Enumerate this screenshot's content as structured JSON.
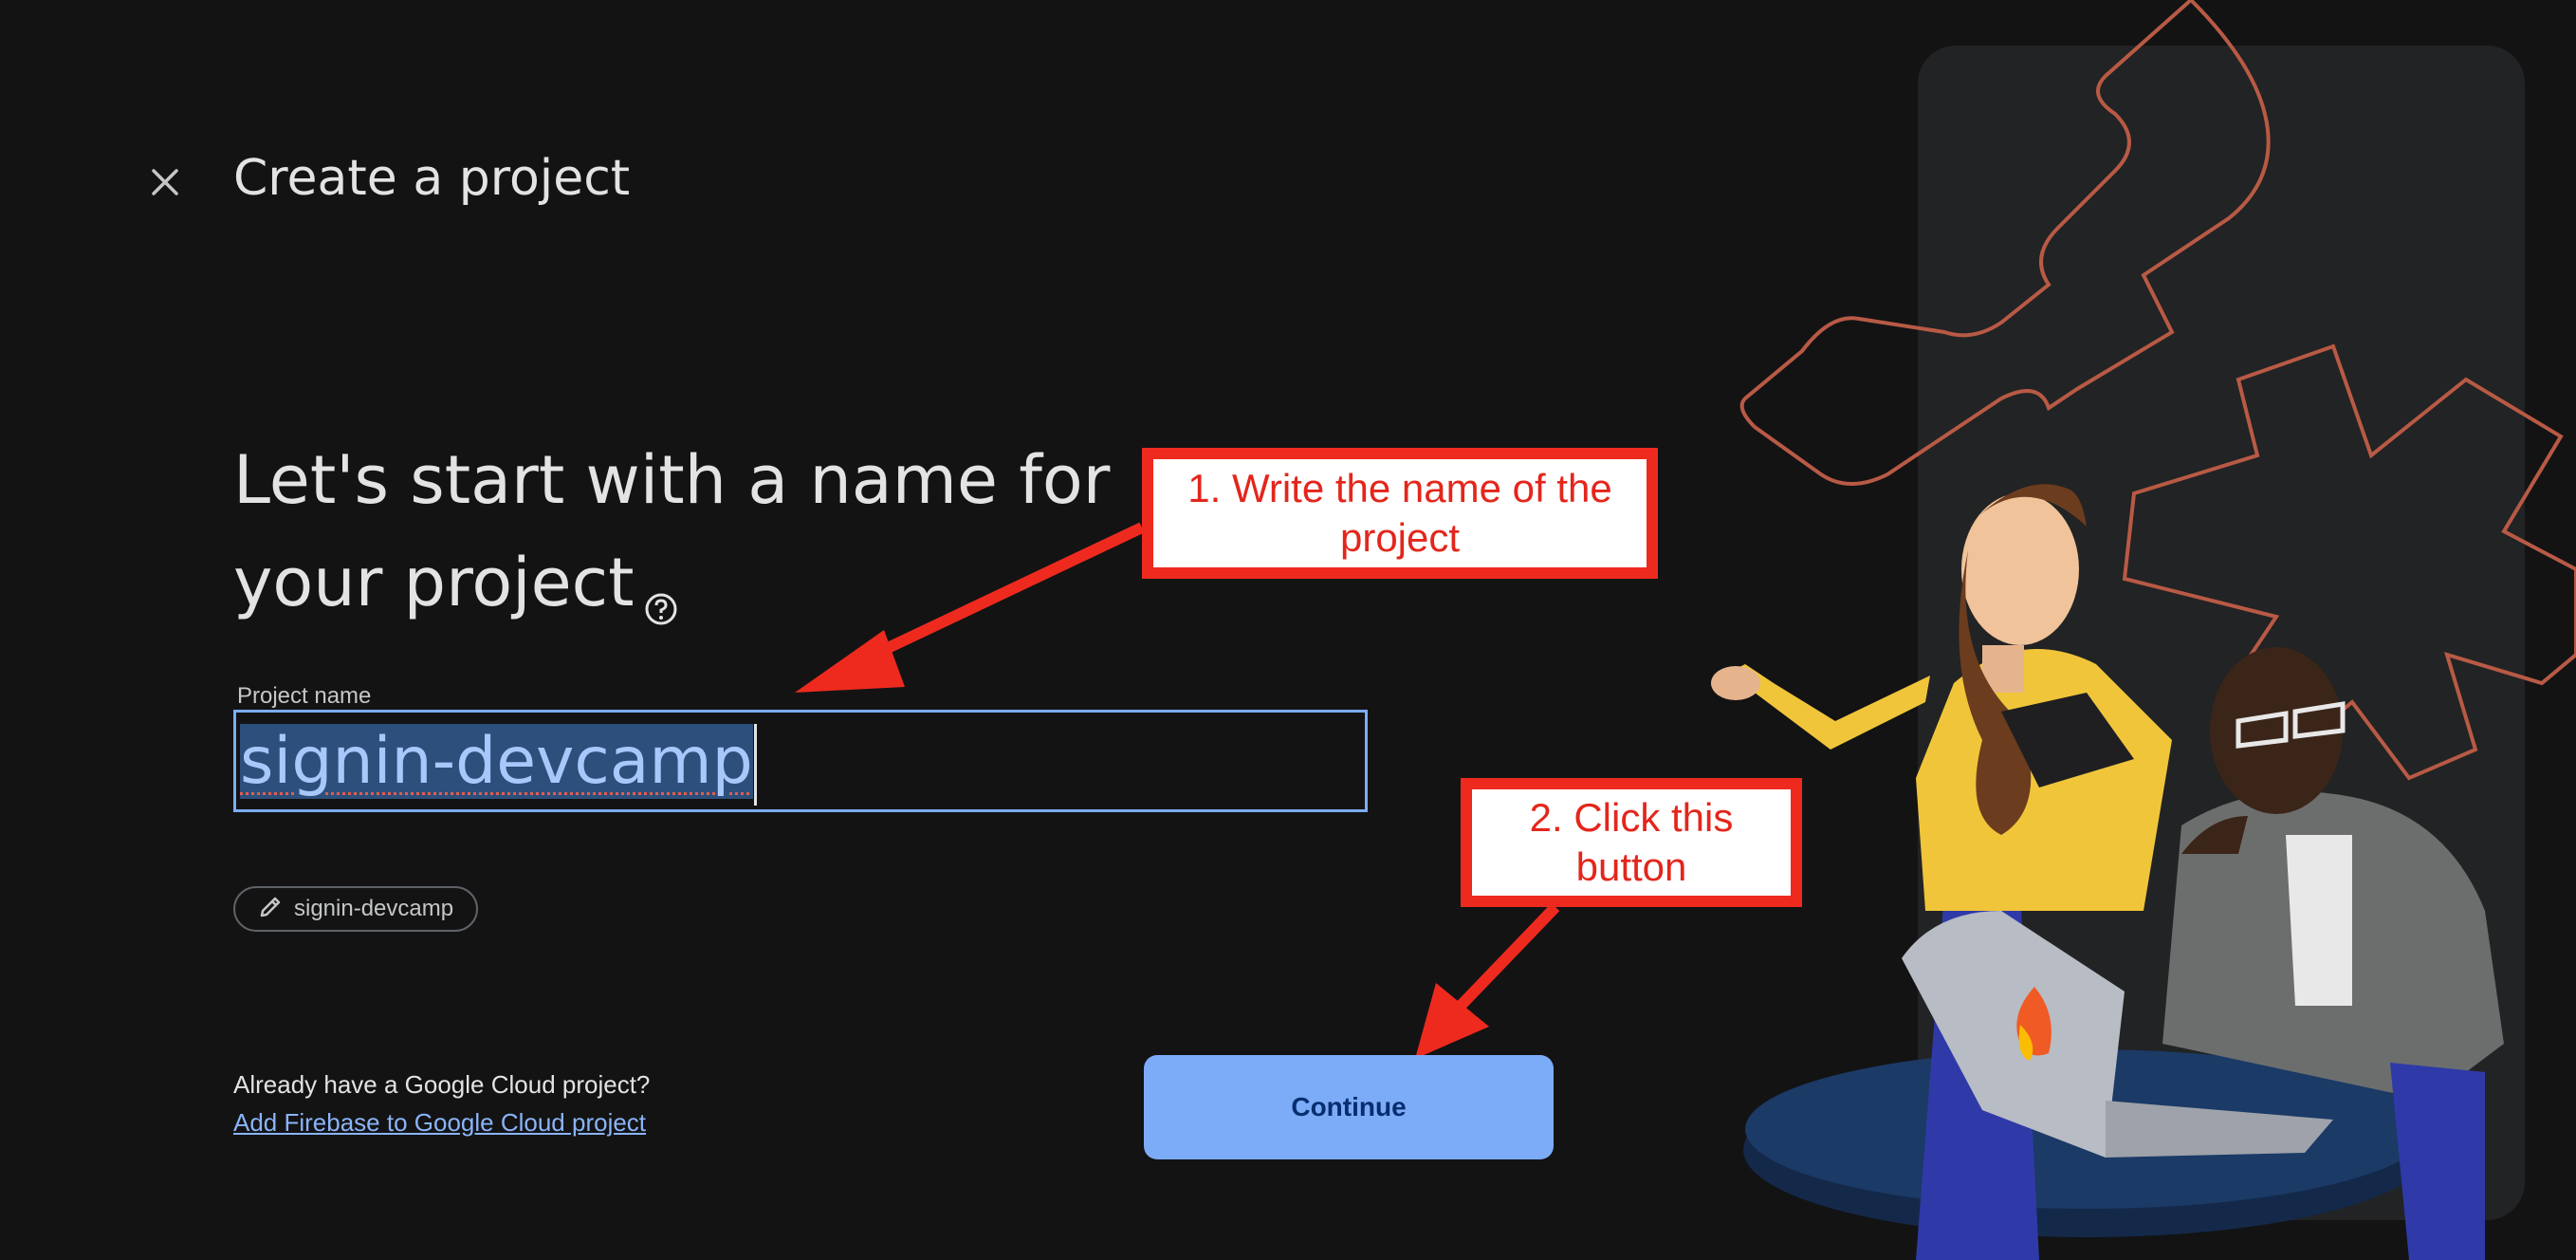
{
  "header": {
    "title": "Create a project"
  },
  "main": {
    "heading_line1": "Let's start with a name for",
    "heading_line2": "your project",
    "project_name_label": "Project name",
    "project_name_value": "signin-devcamp",
    "project_id": "signin-devcamp",
    "cloud_question": "Already have a Google Cloud project?",
    "cloud_link": "Add Firebase to Google Cloud project",
    "continue_label": "Continue"
  },
  "annotations": {
    "step1": "1. Write the name of the project",
    "step2": "2. Click this button"
  },
  "icons": {
    "close": "close-icon",
    "help": "help-circle-icon",
    "edit": "pencil-icon",
    "firebase": "firebase-flame-icon"
  },
  "colors": {
    "background": "#131314",
    "accent": "#7cacf8",
    "link": "#8ab4f8",
    "annotation_red": "#ee2a1f"
  }
}
